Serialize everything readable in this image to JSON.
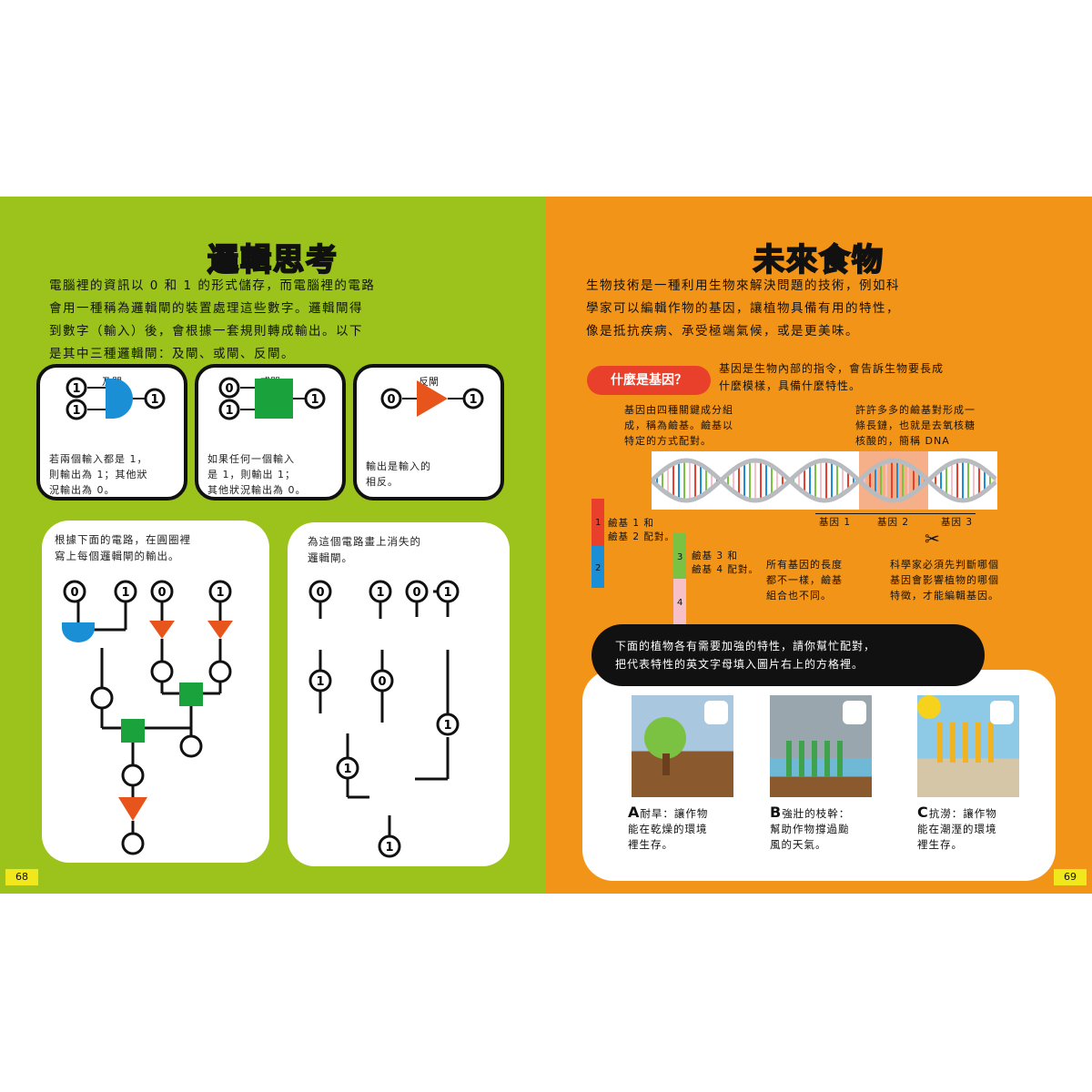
{
  "left_page": {
    "title": "邏輯思考",
    "intro": [
      "電腦裡的資訊以 0 和 1 的形式儲存，而電腦裡的電路",
      "會用一種稱為邏輯閘的裝置處理這些數字。邏輯閘得",
      "到數字（輸入）後，會根據一套規則轉成輸出。以下",
      "是其中三種邏輯閘：及閘、或閘、反閘。"
    ],
    "gates": [
      {
        "name": "及閘",
        "desc": [
          "若兩個輸入都是 1，",
          "則輸出為 1；其他狀",
          "況輸出為 0。"
        ],
        "inputs": [
          "1",
          "1"
        ],
        "output": "1",
        "color": "#1b8fd6"
      },
      {
        "name": "或閘",
        "desc": [
          "如果任何一個輸入",
          "是 1，則輸出 1；",
          "其他狀況輸出為 0。"
        ],
        "inputs": [
          "0",
          "1"
        ],
        "output": "1",
        "color": "#1aa33c"
      },
      {
        "name": "反閘",
        "desc": [
          "輸出是輸入的",
          "相反。"
        ],
        "inputs": [
          "0"
        ],
        "output": "1",
        "color": "#e8551c"
      }
    ],
    "puzzle1": {
      "text": [
        "根據下面的電路，在圓圈裡",
        "寫上每個邏輯閘的輸出。"
      ],
      "inputs": [
        "0",
        "1",
        "0",
        "1"
      ]
    },
    "puzzle2": {
      "text": [
        "為這個電路畫上消失的",
        "邏輯閘。"
      ],
      "inputs": [
        "0",
        "1",
        "0",
        "1"
      ],
      "mid": [
        "1",
        "0",
        "1"
      ],
      "out": "1"
    },
    "page_number": "68"
  },
  "right_page": {
    "title": "未來食物",
    "intro": [
      "生物技術是一種利用生物來解決問題的技術，例如科",
      "學家可以編輯作物的基因，讓植物具備有用的特性，",
      "像是抵抗疾病、承受極端氣候，或是更美味。"
    ],
    "gene_badge": "什麼是基因？",
    "gene_def": [
      "基因是生物內部的指令，會告訴生物要長成",
      "什麼模樣，具備什麼特性。"
    ],
    "note_bases": [
      "基因由四種關鍵成分組",
      "成，稱為鹼基。鹼基以",
      "特定的方式配對。"
    ],
    "note_pairs": [
      "許許多多的鹼基對形成一",
      "條長鏈，也就是去氧核糖",
      "核酸的，簡稱 DNA"
    ],
    "gene_labels": [
      "基因 1",
      "基因 2",
      "基因 3"
    ],
    "base_pair_1": [
      "鹼基 1 和",
      "鹼基 2 配對。"
    ],
    "base_pair_2": [
      "鹼基 3 和",
      "鹼基 4 配對。"
    ],
    "base_numbers": [
      "1",
      "2",
      "3",
      "4"
    ],
    "note_length": [
      "所有基因的長度",
      "都不一樣，鹼基",
      "組合也不同。"
    ],
    "note_scientist": [
      "科學家必須先判斷哪個",
      "基因會影響植物的哪個",
      "特徵，才能編輯基因。"
    ],
    "banner": [
      "下面的植物各有需要加強的特性，請你幫忙配對，",
      "把代表特性的英文字母填入圖片右上的方格裡。"
    ],
    "traits": [
      {
        "letter": "A",
        "text": [
          "耐旱：讓作物",
          "能在乾燥的環境",
          "裡生存。"
        ]
      },
      {
        "letter": "B",
        "text": [
          "強壯的枝幹：",
          "幫助作物撐過颱",
          "風的天氣。"
        ]
      },
      {
        "letter": "C",
        "text": [
          "抗澇：讓作物",
          "能在潮溼的環境",
          "裡生存。"
        ]
      }
    ],
    "page_number": "69"
  },
  "colors": {
    "left_bg": "#9bc31c",
    "right_bg": "#f29418",
    "and_gate": "#1b8fd6",
    "or_gate": "#1aa33c",
    "not_gate": "#e8551c"
  }
}
